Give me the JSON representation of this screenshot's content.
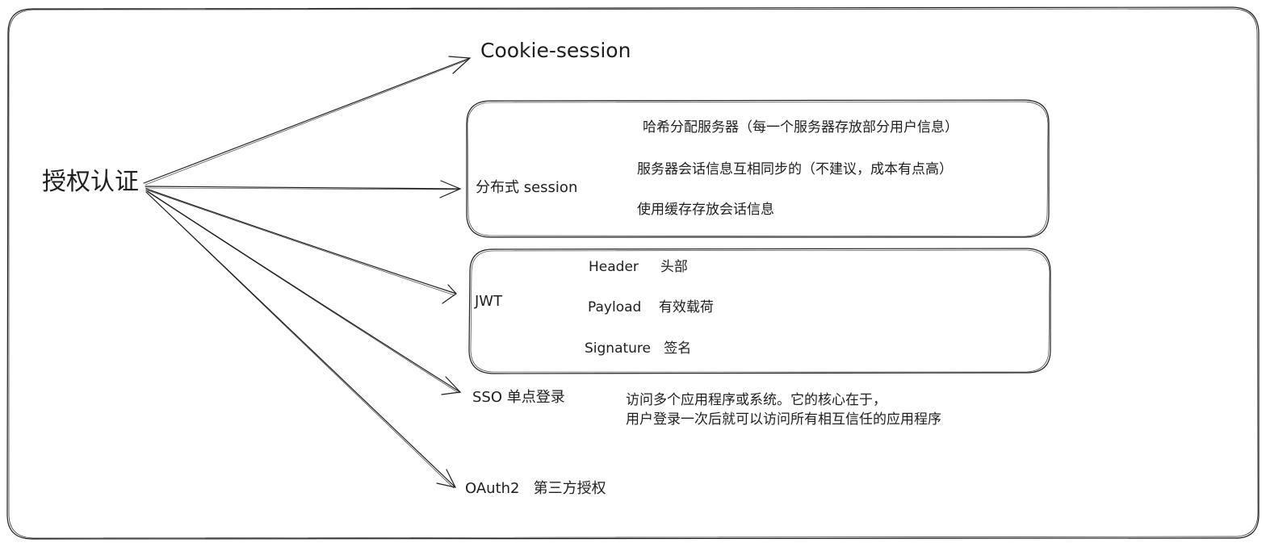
{
  "root": {
    "label": "授权认证"
  },
  "branches": [
    {
      "id": "cookie",
      "label": "Cookie-session",
      "details": []
    },
    {
      "id": "distributed",
      "label": "分布式 session",
      "details": [
        "哈希分配服务器（每一个服务器存放部分用户信息）",
        "服务器会话信息互相同步的（不建议，成本有点高）",
        "使用缓存存放会话信息"
      ]
    },
    {
      "id": "jwt",
      "label": "JWT",
      "details": [
        "Header     头部",
        "Payload    有效载荷",
        "Signature   签名"
      ]
    },
    {
      "id": "sso",
      "label": "SSO 单点登录",
      "details": [
        "访问多个应用程序或系统。它的核心在于，",
        "用户登录一次后就可以访问所有相互信任的应用程序"
      ]
    },
    {
      "id": "oauth",
      "label": "OAuth2   第三方授权",
      "details": []
    }
  ],
  "colors": {
    "stroke": "#1e1e1e",
    "background": "#ffffff"
  }
}
